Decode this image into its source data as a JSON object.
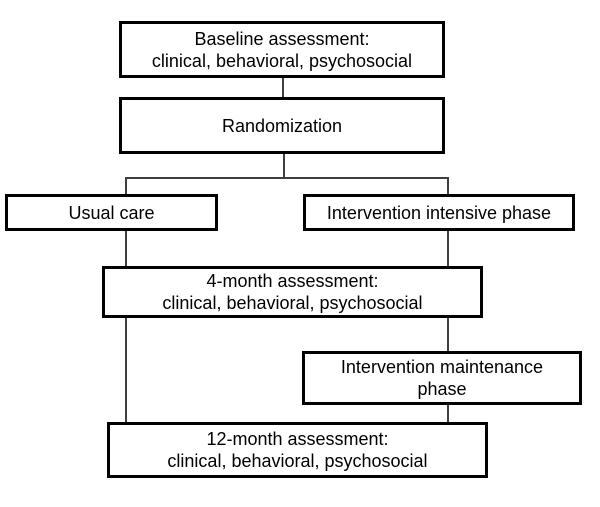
{
  "boxes": {
    "baseline": {
      "line1": "Baseline assessment:",
      "line2": "clinical, behavioral, psychosocial"
    },
    "randomization": {
      "line1": "Randomization"
    },
    "usual_care": {
      "line1": "Usual care"
    },
    "intervention_intensive": {
      "line1": "Intervention intensive phase"
    },
    "month4": {
      "line1": "4-month assessment:",
      "line2": "clinical, behavioral, psychosocial"
    },
    "intervention_maintenance": {
      "line1": "Intervention maintenance",
      "line2": "phase"
    },
    "month12": {
      "line1": "12-month assessment:",
      "line2": "clinical, behavioral, psychosocial"
    }
  },
  "colors": {
    "border": "#000000",
    "connector": "#3f3f3f",
    "background": "#ffffff",
    "text": "#000000"
  }
}
